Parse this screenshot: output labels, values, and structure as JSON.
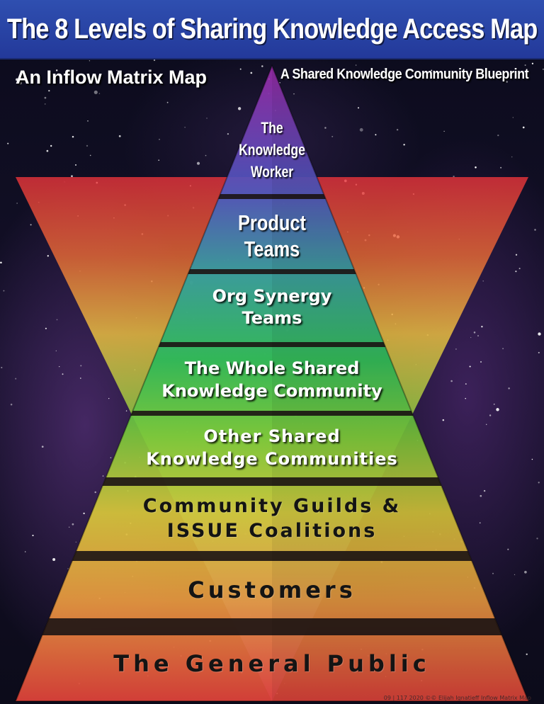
{
  "header": {
    "title": "The 8 Levels of  Sharing Knowledge Access Map",
    "subtitle_left": "An Inflow Matrix Map",
    "subtitle_right": "A Shared Knowledge Community Blueprint"
  },
  "levels": [
    {
      "lines": [
        "The",
        "Knowledge",
        "Worker"
      ],
      "color": "#8a2aa8"
    },
    {
      "lines": [
        "Product",
        "Teams"
      ],
      "color": "#3a5cb8"
    },
    {
      "lines": [
        "Org Synergy",
        "Teams"
      ],
      "color": "#2a9a9a"
    },
    {
      "lines": [
        "The Whole Shared",
        "Knowledge Community"
      ],
      "color": "#26b45a"
    },
    {
      "lines": [
        "Other Shared",
        "Knowledge Communities"
      ],
      "color": "#6ac23a"
    },
    {
      "lines": [
        "Community Guilds &",
        "ISSUE Coalitions"
      ],
      "color": "#d8c83a"
    },
    {
      "lines": [
        "Customers"
      ],
      "color": "#e8a040"
    },
    {
      "lines": [
        "The General Public"
      ],
      "color": "#e04a3a"
    }
  ],
  "footer": "09 | 117 2020 ©© Elijah Ignatieff Inflow Matrix Map"
}
